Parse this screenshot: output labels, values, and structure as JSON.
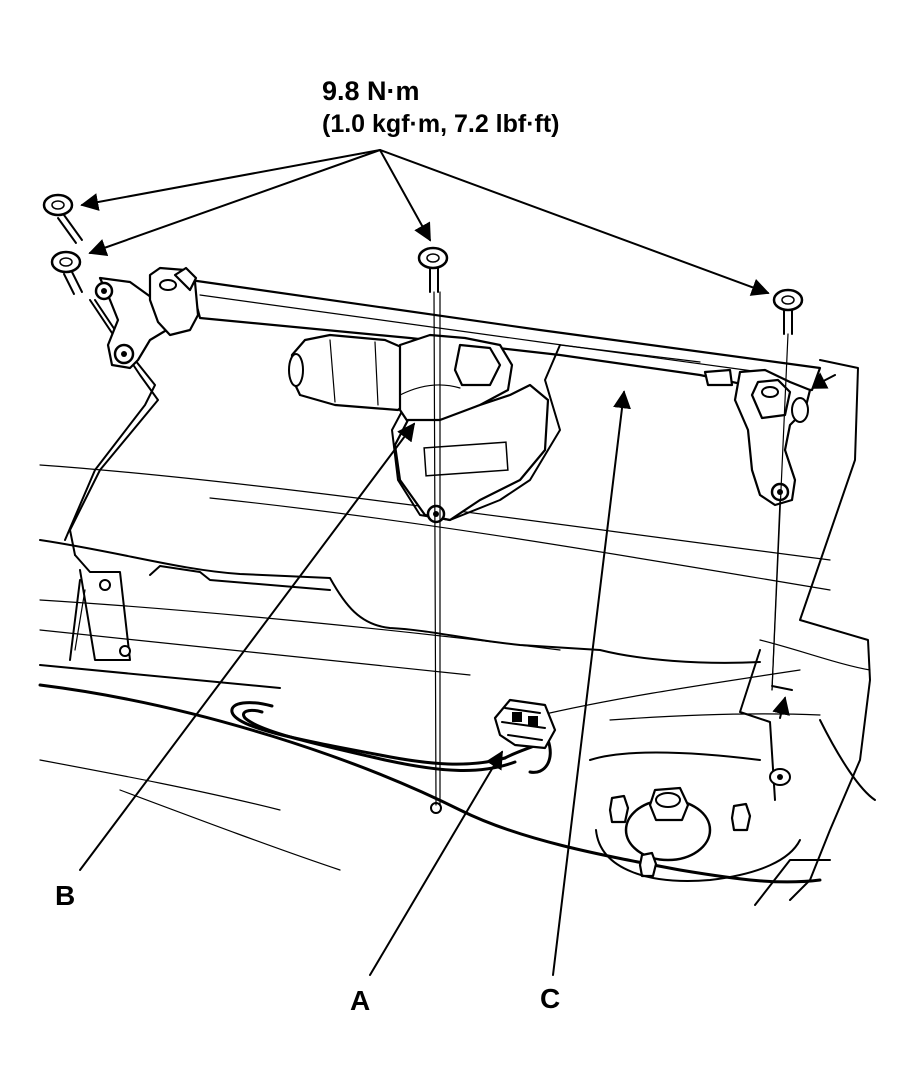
{
  "torque_spec": {
    "line1": "9.8 N·m",
    "line2": "(1.0 kgf·m, 7.2 lbf·ft)"
  },
  "callouts": {
    "a": "A",
    "b": "B",
    "c": "C"
  }
}
